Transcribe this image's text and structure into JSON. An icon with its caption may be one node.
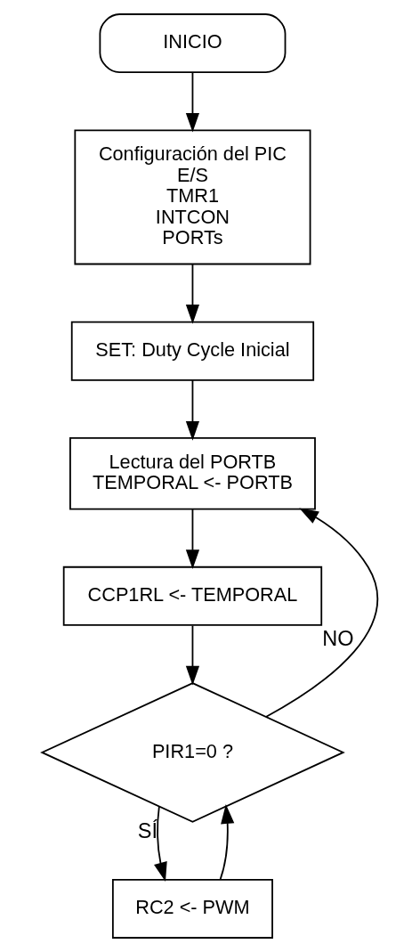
{
  "diagram": {
    "nodes": [
      {
        "text": [
          "INICIO"
        ]
      },
      {
        "text": [
          "Configuración del PIC",
          "E/S",
          "TMR1",
          "INTCON",
          "PORTs"
        ]
      },
      {
        "text": [
          "SET: Duty Cycle Inicial"
        ]
      },
      {
        "text": [
          "Lectura del PORTB",
          "TEMPORAL <- PORTB"
        ]
      },
      {
        "text": [
          "CCP1RL <- TEMPORAL"
        ]
      },
      {
        "text": [
          "PIR1=0 ?"
        ]
      },
      {
        "text": [
          "RC2 <- PWM"
        ]
      }
    ],
    "edges": [
      {
        "from": 0,
        "to": 1,
        "arrow": "to"
      },
      {
        "from": 1,
        "to": 2,
        "arrow": "to"
      },
      {
        "from": 2,
        "to": 3,
        "arrow": "to"
      },
      {
        "from": 3,
        "to": 4,
        "arrow": "to"
      },
      {
        "from": 4,
        "to": 5,
        "arrow": "to"
      },
      {
        "from": 5,
        "to": 6,
        "label": "SÍ",
        "arrow": "to"
      },
      {
        "from": 5,
        "to": 3,
        "label": "NO",
        "arrow": "to"
      },
      {
        "from": 6,
        "to": 5,
        "arrow": "to"
      }
    ]
  }
}
